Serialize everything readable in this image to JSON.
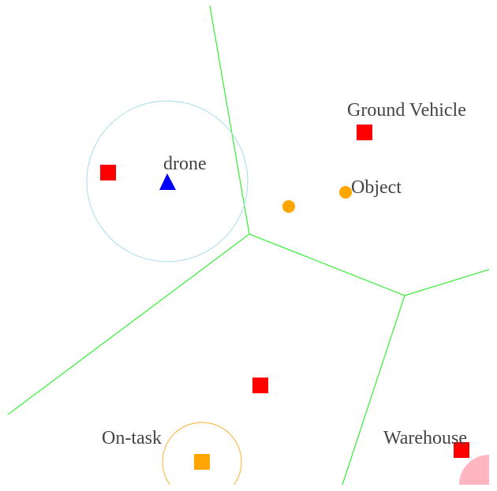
{
  "labels": {
    "drone": "drone",
    "ground_vehicle": "Ground Vehicle",
    "object": "Object",
    "on_task": "On-task",
    "warehouse": "Warehouse"
  },
  "colors": {
    "background": "#ffffff",
    "boundary": "#44ee44",
    "drone": "#0000ff",
    "drone_range": "#aadde8",
    "vehicle": "#ff0000",
    "object": "#ffa500",
    "on_task_vehicle": "#ffa500",
    "on_task_range": "#ffb030",
    "warehouse_zone": "#ffb6c1",
    "label_text": "#444444"
  },
  "icons": {
    "drone": "triangle-icon",
    "vehicle": "square-icon",
    "object": "circle-icon",
    "warehouse": "quarter-circle-icon"
  }
}
